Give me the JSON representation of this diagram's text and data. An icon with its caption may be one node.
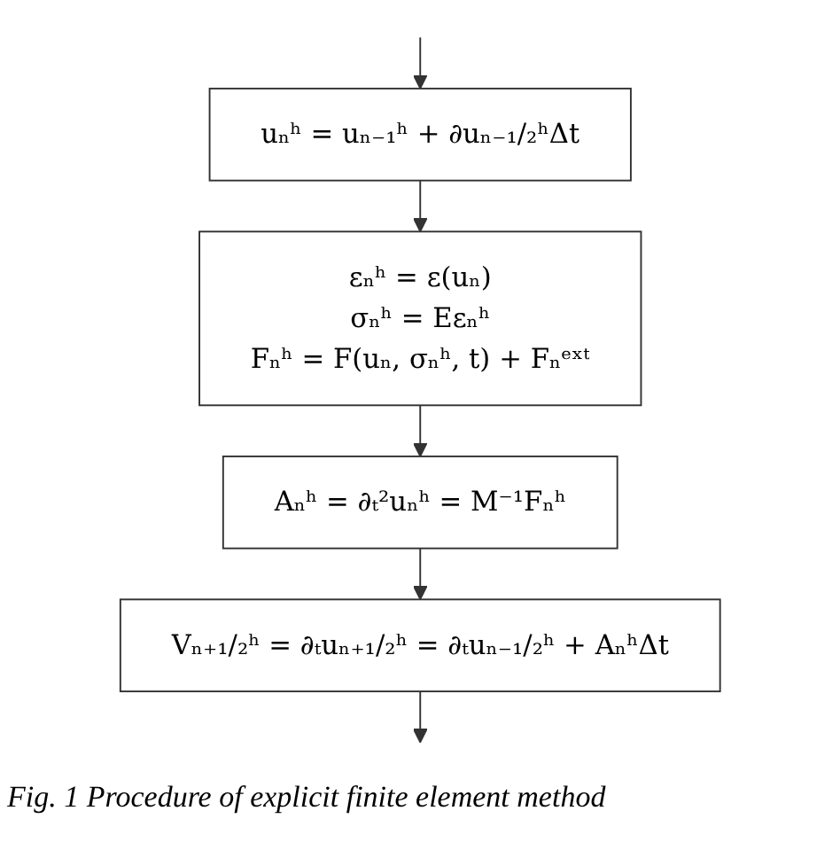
{
  "diagram": {
    "caption": "Fig. 1 Procedure of explicit finite element method",
    "nodes": [
      {
        "text": [
          "uₙʰ = uₙ₋₁ʰ + ∂uₙ₋₁/₂ʰΔt"
        ]
      },
      {
        "text": [
          "εₙʰ = ε(uₙ)",
          "σₙʰ = Eεₙʰ",
          "Fₙʰ = F(uₙ, σₙʰ, t) + Fₙᵉˣᵗ"
        ]
      },
      {
        "text": [
          "Aₙʰ = ∂ₜ²uₙʰ = M⁻¹Fₙʰ"
        ]
      },
      {
        "text": [
          "Vₙ₊₁/₂ʰ = ∂ₜuₙ₊₁/₂ʰ = ∂ₜuₙ₋₁/₂ʰ + AₙʰΔt"
        ]
      }
    ],
    "edges": [
      {
        "from": null,
        "to": 0,
        "arrow": "to"
      },
      {
        "from": 0,
        "to": 1,
        "arrow": "to"
      },
      {
        "from": 1,
        "to": 2,
        "arrow": "to"
      },
      {
        "from": 2,
        "to": 3,
        "arrow": "to"
      },
      {
        "from": 3,
        "to": null,
        "arrow": "to"
      }
    ]
  }
}
